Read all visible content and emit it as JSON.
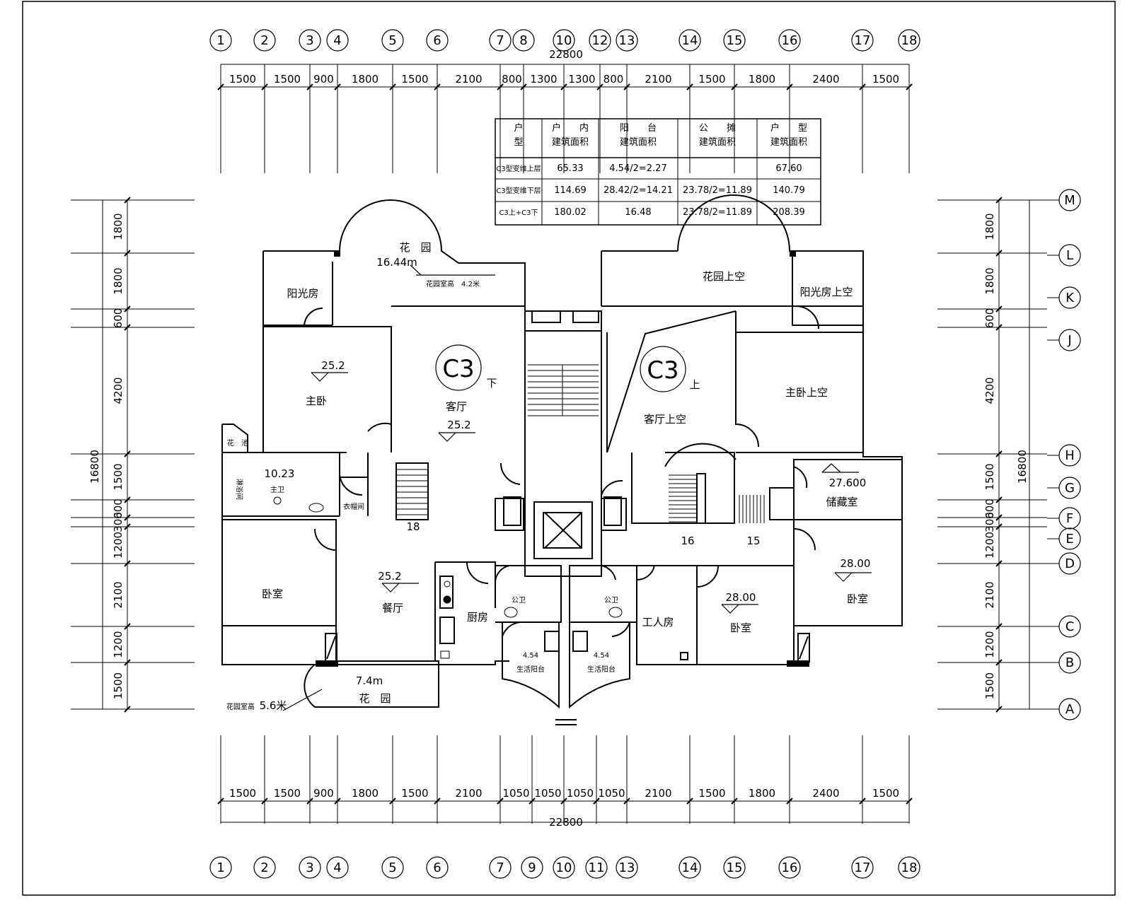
{
  "overall_dims": {
    "top": "22800",
    "bottom": "22800",
    "left": "16800",
    "right": "16800"
  },
  "top_segments": [
    "1500",
    "1500",
    "900",
    "1800",
    "1500",
    "2100",
    "800",
    "1300",
    "1300",
    "800",
    "2100",
    "1500",
    "1800",
    "2400",
    "1500"
  ],
  "bottom_segments": [
    "1500",
    "1500",
    "900",
    "1800",
    "1500",
    "2100",
    "1050",
    "1050",
    "1050",
    "1050",
    "2100",
    "1500",
    "1800",
    "2400",
    "1500"
  ],
  "side_segments": [
    "1800",
    "1800",
    "600",
    "4200",
    "1500",
    "600",
    "300",
    "1200",
    "2100",
    "1200",
    "1500"
  ],
  "top_axes": [
    "1",
    "2",
    "3",
    "4",
    "5",
    "6",
    "7",
    "8",
    "10",
    "12",
    "13",
    "14",
    "15",
    "16",
    "17",
    "18"
  ],
  "bottom_axes": [
    "1",
    "2",
    "3",
    "4",
    "5",
    "6",
    "7",
    "9",
    "10",
    "11",
    "13",
    "14",
    "15",
    "16",
    "17",
    "18"
  ],
  "right_axes": [
    "M",
    "L",
    "K",
    "J",
    "H",
    "G",
    "F",
    "E",
    "D",
    "C",
    "B",
    "A"
  ],
  "area_table": {
    "headers": [
      "户\n型",
      "户　　内\n建筑面积",
      "阳　　台\n建筑面积",
      "公　　摊\n建筑面积",
      "户　　型\n建筑面积"
    ],
    "rows": [
      [
        "C3型变维上层",
        "65.33",
        "4.54/2=2.27",
        "",
        "67.60"
      ],
      [
        "C3型变维下层",
        "114.69",
        "28.42/2=14.21",
        "23.78/2=11.89",
        "140.79"
      ],
      [
        "C3上+C3下",
        "180.02",
        "16.48",
        "23.78/2=11.89",
        "208.39"
      ]
    ]
  },
  "labels": {
    "garden_top": "花　园",
    "garden_top_len": "16.44m",
    "garden_top_height": "花园室高　4.2米",
    "sunroom": "阳光房",
    "master_bed": "主卧",
    "master_bed_level": "25.2",
    "unit_left": "C3",
    "unit_right": "C3",
    "down": "下",
    "up": "上",
    "living": "客厅",
    "living_level": "25.2",
    "flower_pond": "花　池",
    "master_bath": "主卫",
    "bath_level": "10.23",
    "bath_fixture": "淋浴间",
    "cloakroom": "衣帽间",
    "stair_left": "18",
    "bedroom_left": "卧室",
    "dining": "餐厅",
    "dining_level": "25.2",
    "kitchen": "厨房",
    "wc_left": "公卫",
    "wc_right": "公卫",
    "balcony_left_area": "4.54",
    "balcony_left": "生活阳台",
    "balcony_right_area": "4.54",
    "balcony_right": "生活阳台",
    "garden_bottom_len": "7.4m",
    "garden_bottom": "花　园",
    "garden_bottom_height": "花园室高",
    "garden_bottom_height_val": "5.6米",
    "garden_upper": "花园上空",
    "sunroom_upper": "阳光房上空",
    "master_upper": "主卧上空",
    "living_upper": "客厅上空",
    "storage": "储藏室",
    "storage_level": "27.600",
    "stair_16": "16",
    "stair_15": "15",
    "bedroom_right_level": "28.00",
    "bedroom_right": "卧室",
    "bedroom_mid_level": "28.00",
    "bedroom_mid": "卧室",
    "worker_room": "工人房"
  }
}
